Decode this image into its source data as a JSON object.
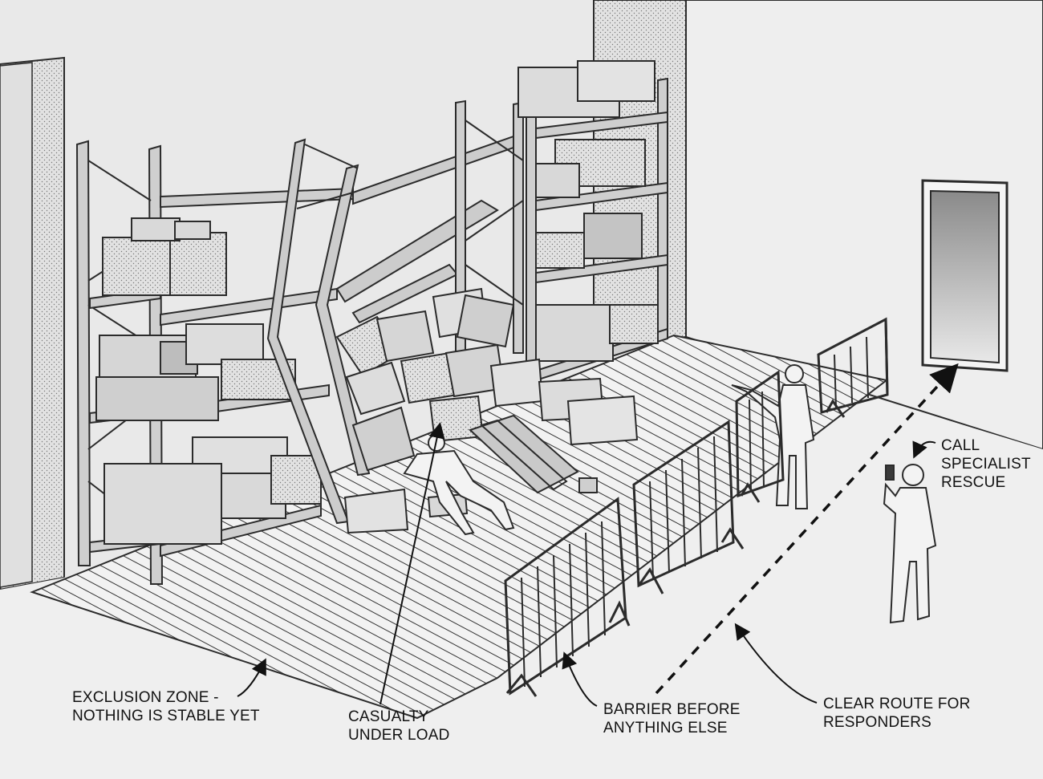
{
  "labels": {
    "exclusion_zone": [
      "EXCLUSION ZONE -",
      "NOTHING IS STABLE YET"
    ],
    "casualty": [
      "CASUALTY",
      "UNDER LOAD"
    ],
    "barrier": [
      "BARRIER BEFORE",
      "ANYTHING ELSE"
    ],
    "route": [
      "CLEAR ROUTE FOR",
      "RESPONDERS"
    ],
    "rescue": [
      "CALL",
      "SPECIALIST",
      "RESCUE"
    ]
  },
  "colors": {
    "line": "#2b2b2b",
    "wall": "#e6e6e6",
    "floor": "#ededed",
    "hatch": "#333333",
    "box": "#d8d8d8",
    "rack": "#c7c7c7",
    "figure": "#f2f2f2"
  }
}
